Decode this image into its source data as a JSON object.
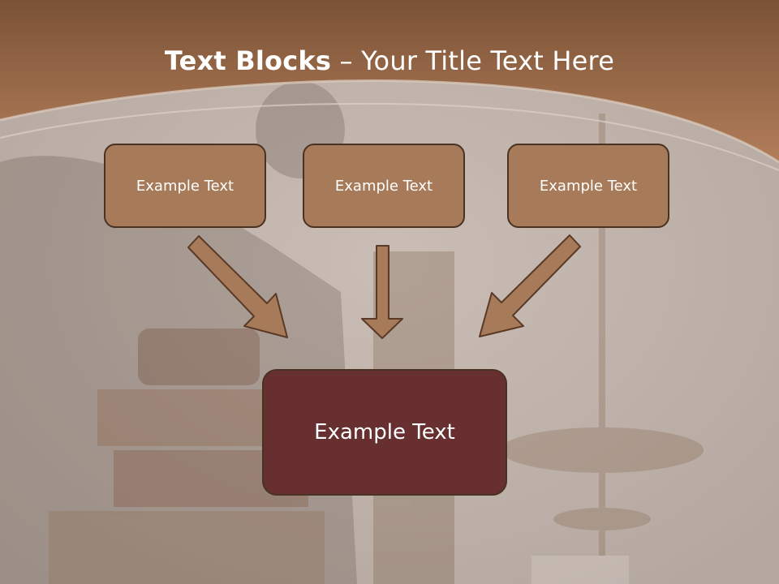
{
  "title": {
    "bold": "Text Blocks",
    "dash": " – ",
    "rest": "Your Title Text Here"
  },
  "boxes": {
    "top": [
      "Example Text",
      "Example Text",
      "Example Text"
    ],
    "center": "Example Text"
  },
  "colors": {
    "header": "#a47150",
    "box": "#a77a59",
    "box_border": "#4a3222",
    "center_box": "#672f30",
    "arrow_fill": "#a77a59",
    "arrow_stroke": "#5a3a26"
  }
}
